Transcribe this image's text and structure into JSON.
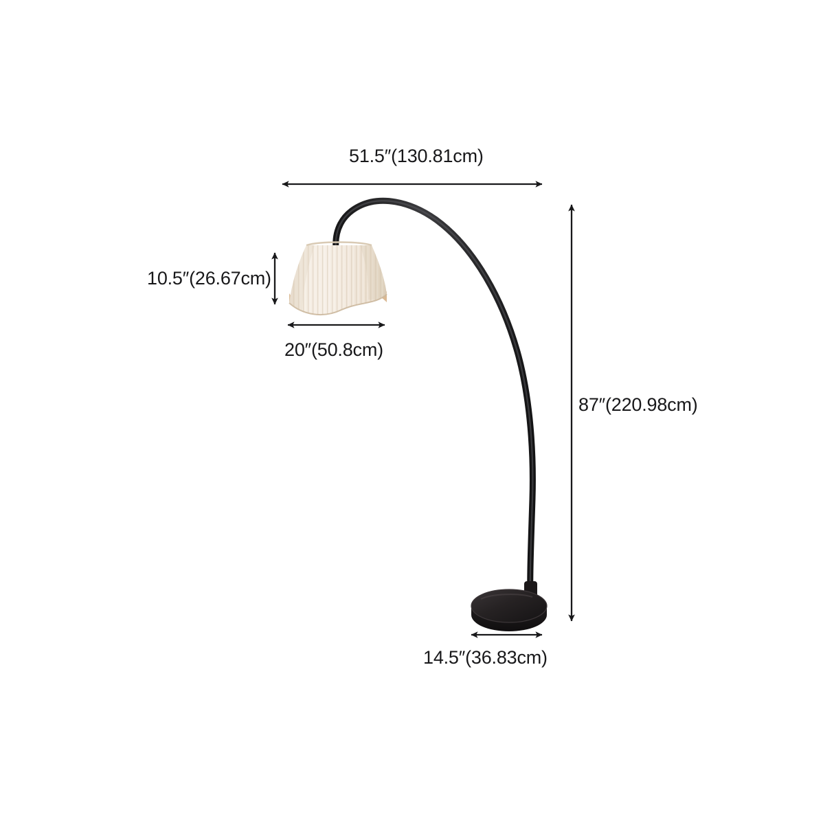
{
  "diagram": {
    "title": "Arc Floor Lamp Dimension Diagram",
    "product": "arched floor lamp with pleated fabric drum shade and round weighted base",
    "background_color": "#ffffff",
    "line_color": "#18181a",
    "text_color": "#18181a"
  },
  "dimensions": {
    "overall_width": {
      "label": "51.5″(130.81cm)",
      "value_in": 51.5,
      "value_cm": 130.81,
      "orientation": "horizontal",
      "measures": "overall arc span"
    },
    "shade_height": {
      "label": "10.5″(26.67cm)",
      "value_in": 10.5,
      "value_cm": 26.67,
      "orientation": "vertical",
      "measures": "lamp shade height"
    },
    "shade_width": {
      "label": "20″(50.8cm)",
      "value_in": 20,
      "value_cm": 50.8,
      "orientation": "horizontal",
      "measures": "lamp shade diameter"
    },
    "overall_height": {
      "label": "87″(220.98cm)",
      "value_in": 87,
      "value_cm": 220.98,
      "orientation": "vertical",
      "measures": "overall lamp height"
    },
    "base_width": {
      "label": "14.5″(36.83cm)",
      "value_in": 14.5,
      "value_cm": 36.83,
      "orientation": "horizontal",
      "measures": "base diameter"
    }
  },
  "parts": {
    "shade": {
      "name": "lamp-shade",
      "color": "#f1e7db",
      "inner_color": "#e4c9a8",
      "finish": "pleated fabric"
    },
    "arc_pole": {
      "name": "arc-pole",
      "color": "#2b2b2d",
      "finish": "matte black metal"
    },
    "base": {
      "name": "lamp-base",
      "color": "#221f20",
      "finish": "matte black round weighted base"
    }
  }
}
